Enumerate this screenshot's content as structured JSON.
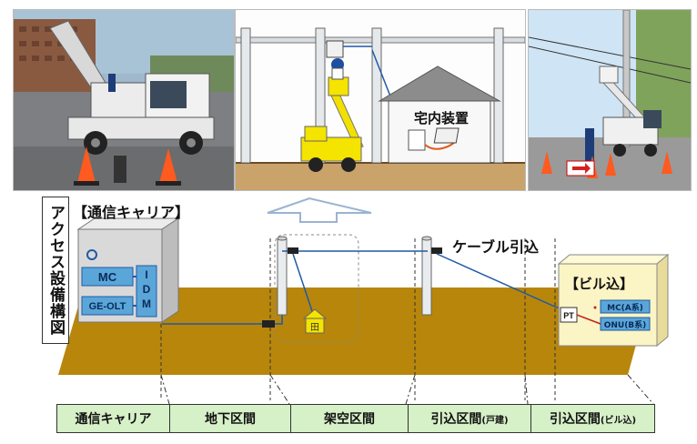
{
  "photo_center": {
    "inhouse_label": "宅内装置"
  },
  "diagram": {
    "vertical_title": "アクセス設備構図",
    "carrier_title": "【通信キャリア】",
    "carrier_box": {
      "mc": "MC",
      "ge_olt": "GE-OLT",
      "idm": "IDM"
    },
    "cable_title": "ケーブル引込",
    "building_title": "【ビル込】",
    "building_box": {
      "pt": "PT",
      "mc_a": "MC(A系)",
      "onu_b": "ONU(B系)"
    },
    "house_symbol": "田"
  },
  "sections": [
    {
      "label": "通信キャリア",
      "note": ""
    },
    {
      "label": "地下区間",
      "note": ""
    },
    {
      "label": "架空区間",
      "note": ""
    },
    {
      "label": "引込区間",
      "note": "(戸建)"
    },
    {
      "label": "引込区間",
      "note": "(ビル込)"
    }
  ],
  "colors": {
    "ground": "#b8860b",
    "cable": "#1f5aa6",
    "carrier_box": "#d9d9d9",
    "equip_blue": "#5aa6d8",
    "building_box": "#fbf4c4",
    "section_bg": "#d6f0c8"
  }
}
